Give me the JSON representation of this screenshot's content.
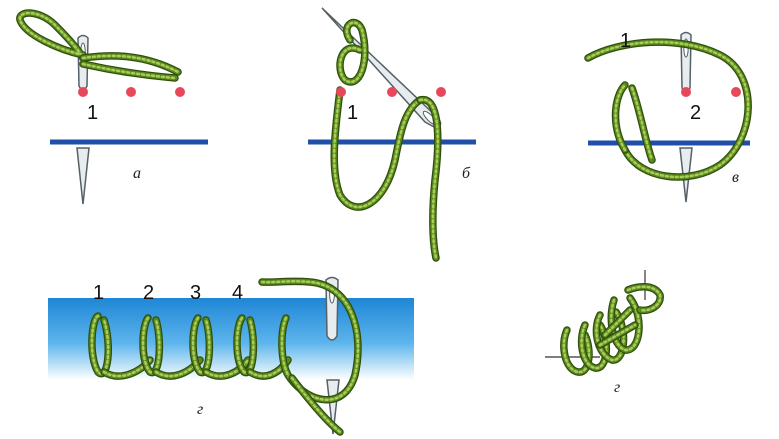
{
  "panels": {
    "a": {
      "caption": "а",
      "point_labels": [
        "1"
      ]
    },
    "b": {
      "caption": "б",
      "point_labels": [
        "1"
      ]
    },
    "v": {
      "caption": "в",
      "point_labels": [
        "1",
        "2"
      ]
    },
    "g": {
      "caption": "г",
      "stitch_labels": [
        "1",
        "2",
        "3",
        "4"
      ]
    },
    "g2": {
      "caption": "г"
    }
  },
  "colors": {
    "thread": "#5b8a1e",
    "thread_dark": "#2f4f0c",
    "thread_light": "#a9cc5a",
    "dot": "#e8475a",
    "fabric_line": "#1f4fa8",
    "fabric_gradient_top": "#1e86d6",
    "fabric_gradient_bottom": "#ffffff",
    "needle_fill": "#e7ecef",
    "needle_stroke": "#556067"
  }
}
